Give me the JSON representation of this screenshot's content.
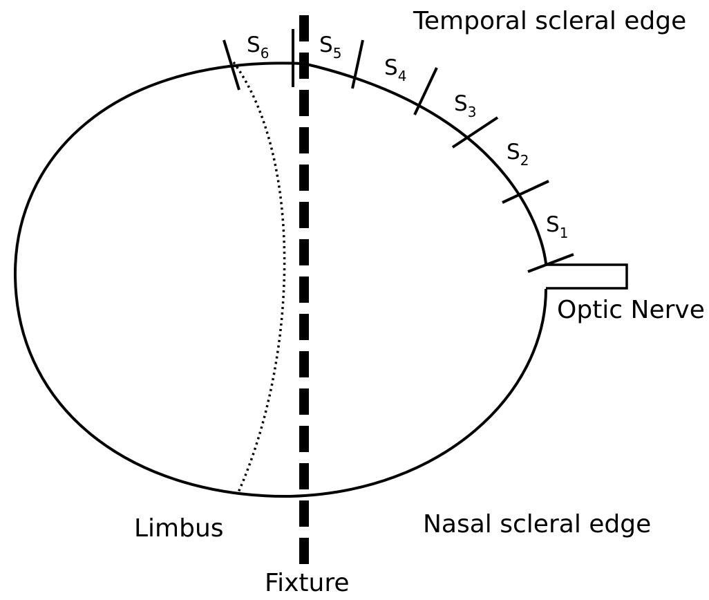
{
  "labels": {
    "temporal_edge": "Temporal scleral edge",
    "nasal_edge": "Nasal scleral edge",
    "optic_nerve": "Optic Nerve",
    "limbus": "Limbus",
    "fixture": "Fixture"
  },
  "segments": [
    {
      "letter": "S",
      "sub": "1"
    },
    {
      "letter": "S",
      "sub": "2"
    },
    {
      "letter": "S",
      "sub": "3"
    },
    {
      "letter": "S",
      "sub": "4"
    },
    {
      "letter": "S",
      "sub": "5"
    },
    {
      "letter": "S",
      "sub": "6"
    }
  ]
}
